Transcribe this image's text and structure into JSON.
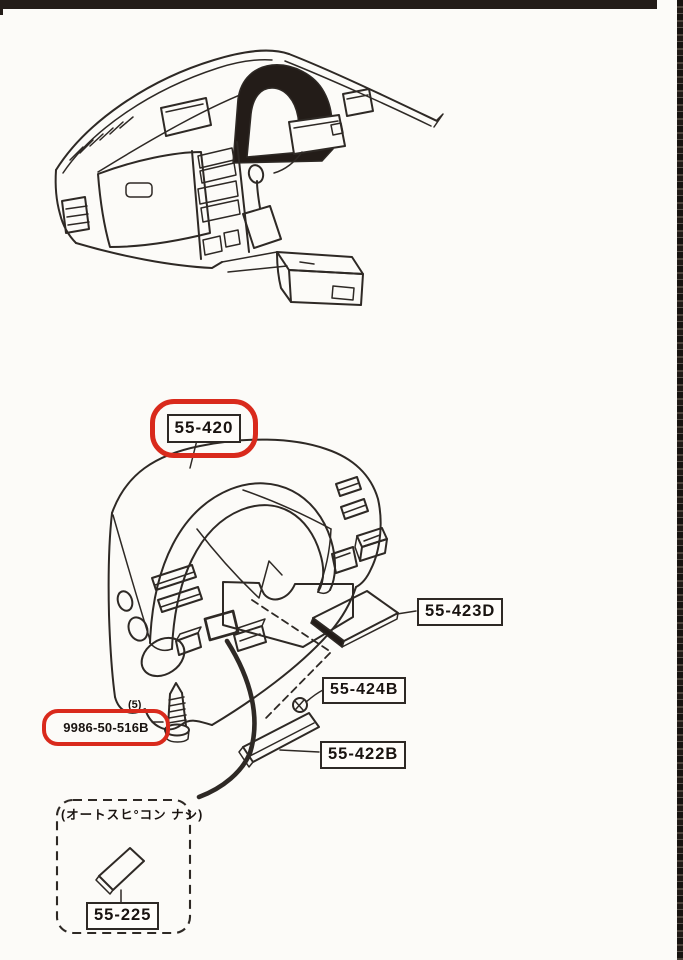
{
  "colors": {
    "ink": "#2e2925",
    "red": "#d92a1c",
    "paper": "#fcfbf8",
    "bar": "#231c18"
  },
  "callouts": {
    "hood": {
      "part_no": "55-420"
    },
    "garnish_panel": {
      "part_no": "55-423D"
    },
    "clip": {
      "part_no": "55-424B"
    },
    "trim_strip": {
      "part_no": "55-422B"
    },
    "screw": {
      "part_no": "9986-50-516B",
      "quantity_note": "(5)"
    },
    "blank_panel": {
      "part_no": "55-225"
    },
    "variant_note": "(オートスヒ°コン ナシ)"
  }
}
